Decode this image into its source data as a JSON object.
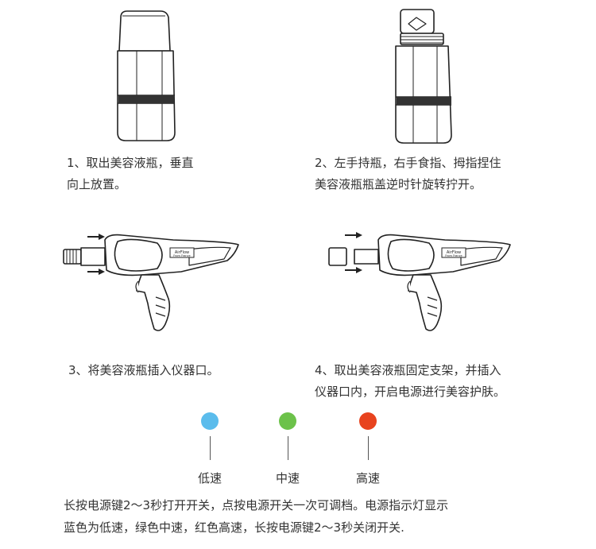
{
  "steps": [
    {
      "line1": "1、取出美容液瓶，垂直",
      "line2": "向上放置。"
    },
    {
      "line1": "2、左手持瓶，右手食指、拇指捏住",
      "line2": "美容液瓶瓶盖逆时针旋转拧开。"
    },
    {
      "line1": "3、将美容液瓶插入仪器口。",
      "line2": ""
    },
    {
      "line1": "4、取出美容液瓶固定支架，并插入",
      "line2": "仪器口内，开启电源进行美容护肤。"
    }
  ],
  "device_label": {
    "brand": "AirFlow",
    "sub": "From France"
  },
  "speeds": [
    {
      "label": "低速",
      "color": "#5bbcec"
    },
    {
      "label": "中速",
      "color": "#6cc24a"
    },
    {
      "label": "高速",
      "color": "#e8431e"
    }
  ],
  "footer": {
    "line1": "长按电源键2～3秒打开开关，点按电源开关一次可调档。电源指示灯显示",
    "line2": "蓝色为低速，绿色中速，红色高速，长按电源键2～3秒关闭开关."
  }
}
